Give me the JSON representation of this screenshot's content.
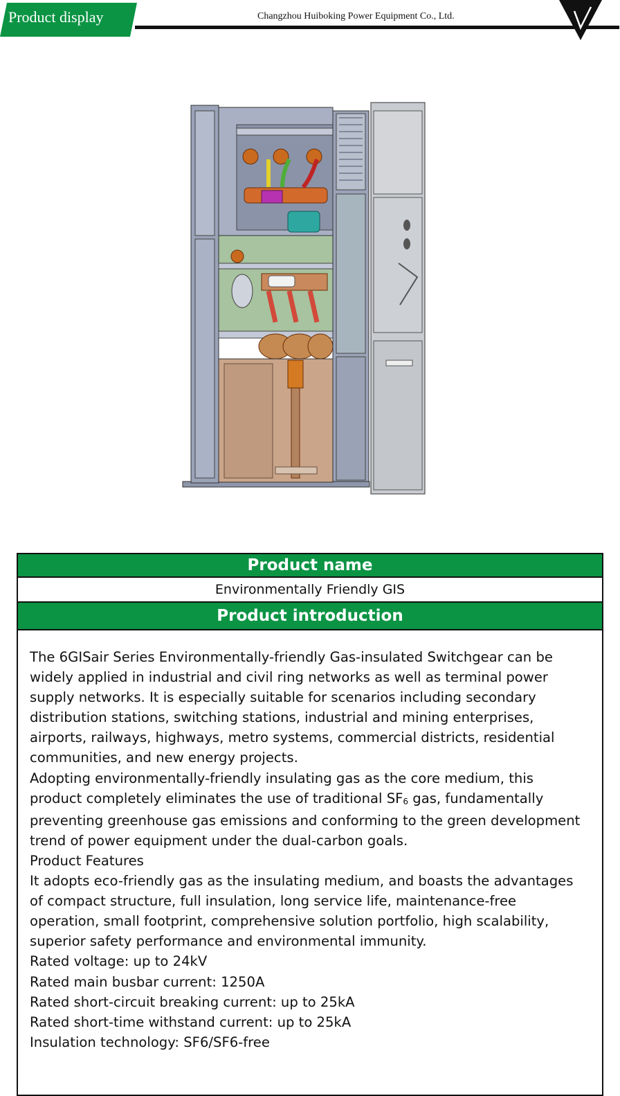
{
  "header": {
    "badge_label": "Product display",
    "company": "Changzhou Huiboking Power Equipment Co., Ltd.",
    "logo_icon": "v-triangle-logo-icon"
  },
  "colors": {
    "accent_green": "#0b9444",
    "ink": "#111111"
  },
  "product": {
    "name_heading": "Product name",
    "name_value": "Environmentally Friendly GIS",
    "intro_heading": "Product introduction",
    "paragraph1": "The 6GISair Series Environmentally-friendly Gas-insulated Switchgear can be widely applied in industrial and civil ring networks as well as terminal power supply networks. It is especially suitable for scenarios including secondary distribution stations, switching stations, industrial and mining enterprises, airports, railways, highways, metro systems, commercial districts, residential communities, and new energy projects.",
    "paragraph2_before": "Adopting environmentally-friendly insulating gas as the core medium, this product completely eliminates the use of traditional SF",
    "paragraph2_sub": "6",
    "paragraph2_after": " gas, fundamentally preventing greenhouse gas emissions and conforming to the green development trend of power equipment under the dual-carbon goals.",
    "features_heading": "Product Features",
    "features_text": "It adopts eco-friendly gas as the insulating medium, and boasts the advantages of compact structure, full insulation, long service life, maintenance-free operation, small footprint, comprehensive solution portfolio, high scalability, superior safety performance and environmental immunity.",
    "specs": [
      "Rated voltage: up to 24kV",
      "Rated main busbar current: 1250A",
      "Rated short-circuit breaking current: up to 25kA",
      "Rated short-time withstand current: up to 25kA",
      "Insulation technology: SF6/SF6-free"
    ]
  }
}
